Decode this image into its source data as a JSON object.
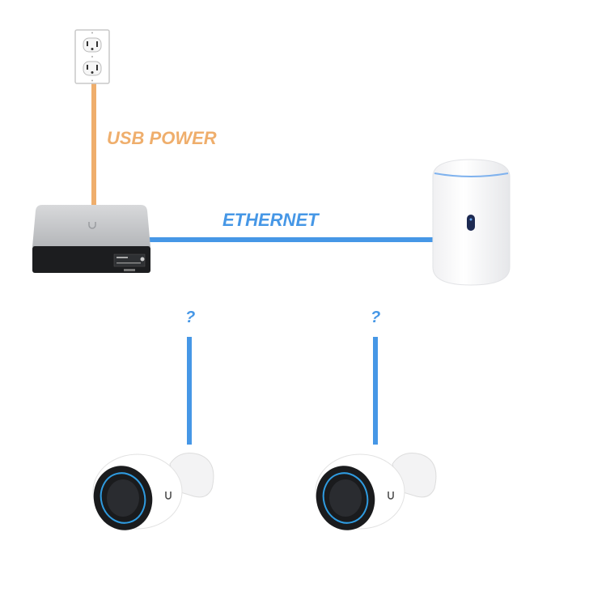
{
  "labels": {
    "usb_power": "USB POWER",
    "ethernet": "ETHERNET",
    "camera1_link": "?",
    "camera2_link": "?"
  },
  "colors": {
    "usb_power": "#EFAE6C",
    "ethernet": "#4697E6"
  },
  "devices": [
    "power-outlet",
    "nvr-console",
    "dome-router",
    "camera-1",
    "camera-2"
  ]
}
